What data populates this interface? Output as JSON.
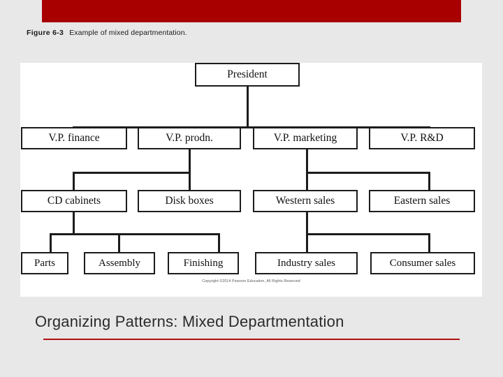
{
  "slide": {
    "figure_label": "Figure 6-3",
    "figure_text": "Example of mixed departmentation.",
    "title": "Organizing Patterns:  Mixed Departmentation",
    "copyright": "Copyright ©2014 Pearson Education, All Rights Reserved",
    "accent_color": "#a80000",
    "rule_color": "#b01116",
    "panel_background": "#ffffff",
    "slide_background": "#e8e8e8"
  },
  "org_chart": {
    "levels": [
      {
        "level": 1,
        "nodes": [
          {
            "id": "president",
            "label": "President"
          }
        ]
      },
      {
        "level": 2,
        "nodes": [
          {
            "id": "vp-finance",
            "label": "V.P. finance"
          },
          {
            "id": "vp-prodn",
            "label": "V.P. prodn."
          },
          {
            "id": "vp-marketing",
            "label": "V.P. marketing"
          },
          {
            "id": "vp-rd",
            "label": "V.P. R&D"
          }
        ]
      },
      {
        "level": 3,
        "nodes": [
          {
            "id": "cd-cabinets",
            "label": "CD cabinets"
          },
          {
            "id": "disk-boxes",
            "label": "Disk boxes"
          },
          {
            "id": "western-sales",
            "label": "Western sales"
          },
          {
            "id": "eastern-sales",
            "label": "Eastern sales"
          }
        ]
      },
      {
        "level": 4,
        "nodes": [
          {
            "id": "parts",
            "label": "Parts"
          },
          {
            "id": "assembly",
            "label": "Assembly"
          },
          {
            "id": "finishing",
            "label": "Finishing"
          },
          {
            "id": "industry-sales",
            "label": "Industry sales"
          },
          {
            "id": "consumer-sales",
            "label": "Consumer sales"
          }
        ]
      }
    ]
  }
}
